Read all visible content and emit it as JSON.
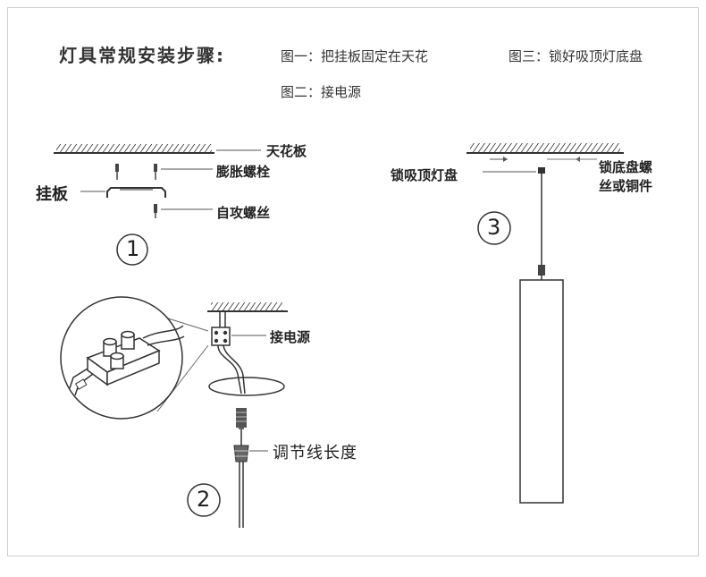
{
  "title": "灯具常规安装步骤:",
  "steps": {
    "step1": "图一：把挂板固定在天花",
    "step3": "图三：锁好吸顶灯底盘",
    "step2": "图二：接电源"
  },
  "figure1": {
    "ceiling": "天花板",
    "anchor_bolt": "膨胀螺栓",
    "hanging_plate": "挂板",
    "self_tapping_screw": "自攻螺丝",
    "number": "1"
  },
  "figure2": {
    "connect_power": "接电源",
    "adjust_length": "调节线长度",
    "number": "2"
  },
  "figure3": {
    "lock_canopy": "锁吸顶灯盘",
    "lock_screw_line1": "锁底盘螺",
    "lock_screw_line2": "丝或铜件",
    "number": "3"
  }
}
